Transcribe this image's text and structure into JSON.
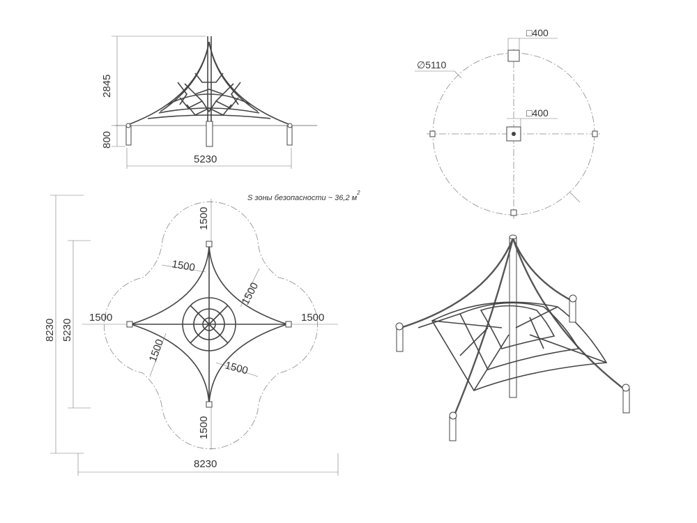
{
  "side_view": {
    "height_label": "2845",
    "base_label": "800",
    "width_label": "5230"
  },
  "top_plan": {
    "diameter_label": "∅5110",
    "post_top_label": "□400",
    "post_center_label": "□400"
  },
  "safety_zone": {
    "note_text": "S зоны безопасности ~ 36,2 м",
    "note_sup": "2",
    "zone_label_top": "1500",
    "zone_label_left": "1500",
    "zone_label_right": "1500",
    "zone_label_bottom": "1500",
    "zone_label_diag_ul": "1500",
    "zone_label_diag_ur": "1500",
    "zone_label_diag_ll": "1500",
    "zone_label_diag_lr": "1500",
    "outer_height_label": "8230",
    "inner_height_label": "5230",
    "outer_width_label": "8230"
  }
}
